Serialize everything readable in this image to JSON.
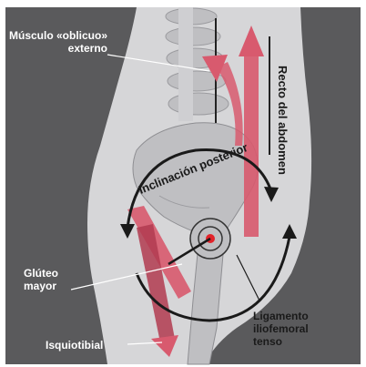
{
  "labels": {
    "oblique_line1": "Músculo «oblicuo»",
    "oblique_line2": "externo",
    "rectus": "Recto del abdomen",
    "posterior_tilt": "Inclinación posterior",
    "gluteus_line1": "Glúteo",
    "gluteus_line2": "mayor",
    "ligament_line1": "Ligamento",
    "ligament_line2": "iliofemoral",
    "ligament_line3": "tenso",
    "hamstring": "Isquiotibial"
  },
  "colors": {
    "background_dark": "#5a5a5c",
    "body_light": "#d6d6d8",
    "bone": "#bfbfc2",
    "muscle": "#d85a6e",
    "muscle_dark": "#b23b50",
    "arrow": "#1a1a1a",
    "joint": "#e2232a"
  }
}
